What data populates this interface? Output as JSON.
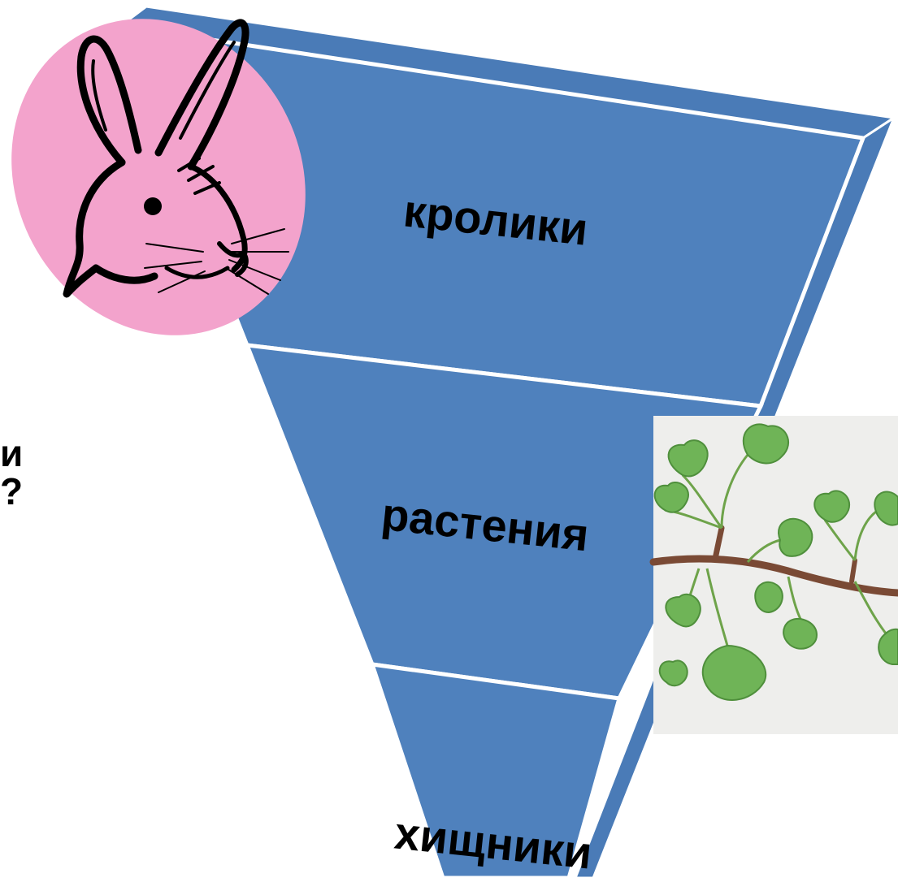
{
  "pyramid": {
    "colors": {
      "face": "#4f81bd",
      "side": "#4a7bb7",
      "edge": "#ffffff",
      "label": "#000000"
    },
    "tiers": [
      {
        "label": "кролики"
      },
      {
        "label": "растения"
      },
      {
        "label": "хищники"
      }
    ]
  },
  "rabbit_badge": {
    "icon": "rabbit-head-icon",
    "color": "#f3a3cc"
  },
  "plant_photo": {
    "icon": "ginkgo-branch-icon"
  },
  "left_edge_text": {
    "line1": "и",
    "line2": "?"
  }
}
